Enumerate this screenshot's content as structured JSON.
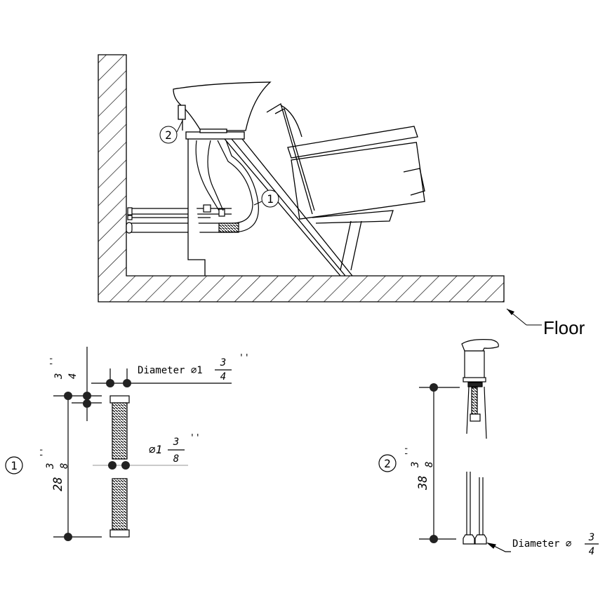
{
  "drawing": {
    "floor_label": "Floor",
    "callouts": {
      "hose": "1",
      "faucet": "2"
    }
  },
  "hose_detail": {
    "callout": "1",
    "outer_diameter_prefix": "Diameter ⌀1",
    "outer_diameter_num": "3",
    "outer_diameter_den": "4",
    "inner_diameter_prefix": "⌀1",
    "inner_diameter_num": "3",
    "inner_diameter_den": "8",
    "length_whole": "28",
    "length_num": "3",
    "length_den": "8",
    "cap_num": "3",
    "cap_den": "4",
    "inch_mark": "''"
  },
  "faucet_detail": {
    "callout": "2",
    "length_whole": "38",
    "length_num": "3",
    "length_den": "8",
    "diameter_prefix": "Diameter ⌀",
    "diameter_num": "3",
    "diameter_den": "4",
    "inch_mark": "''"
  }
}
